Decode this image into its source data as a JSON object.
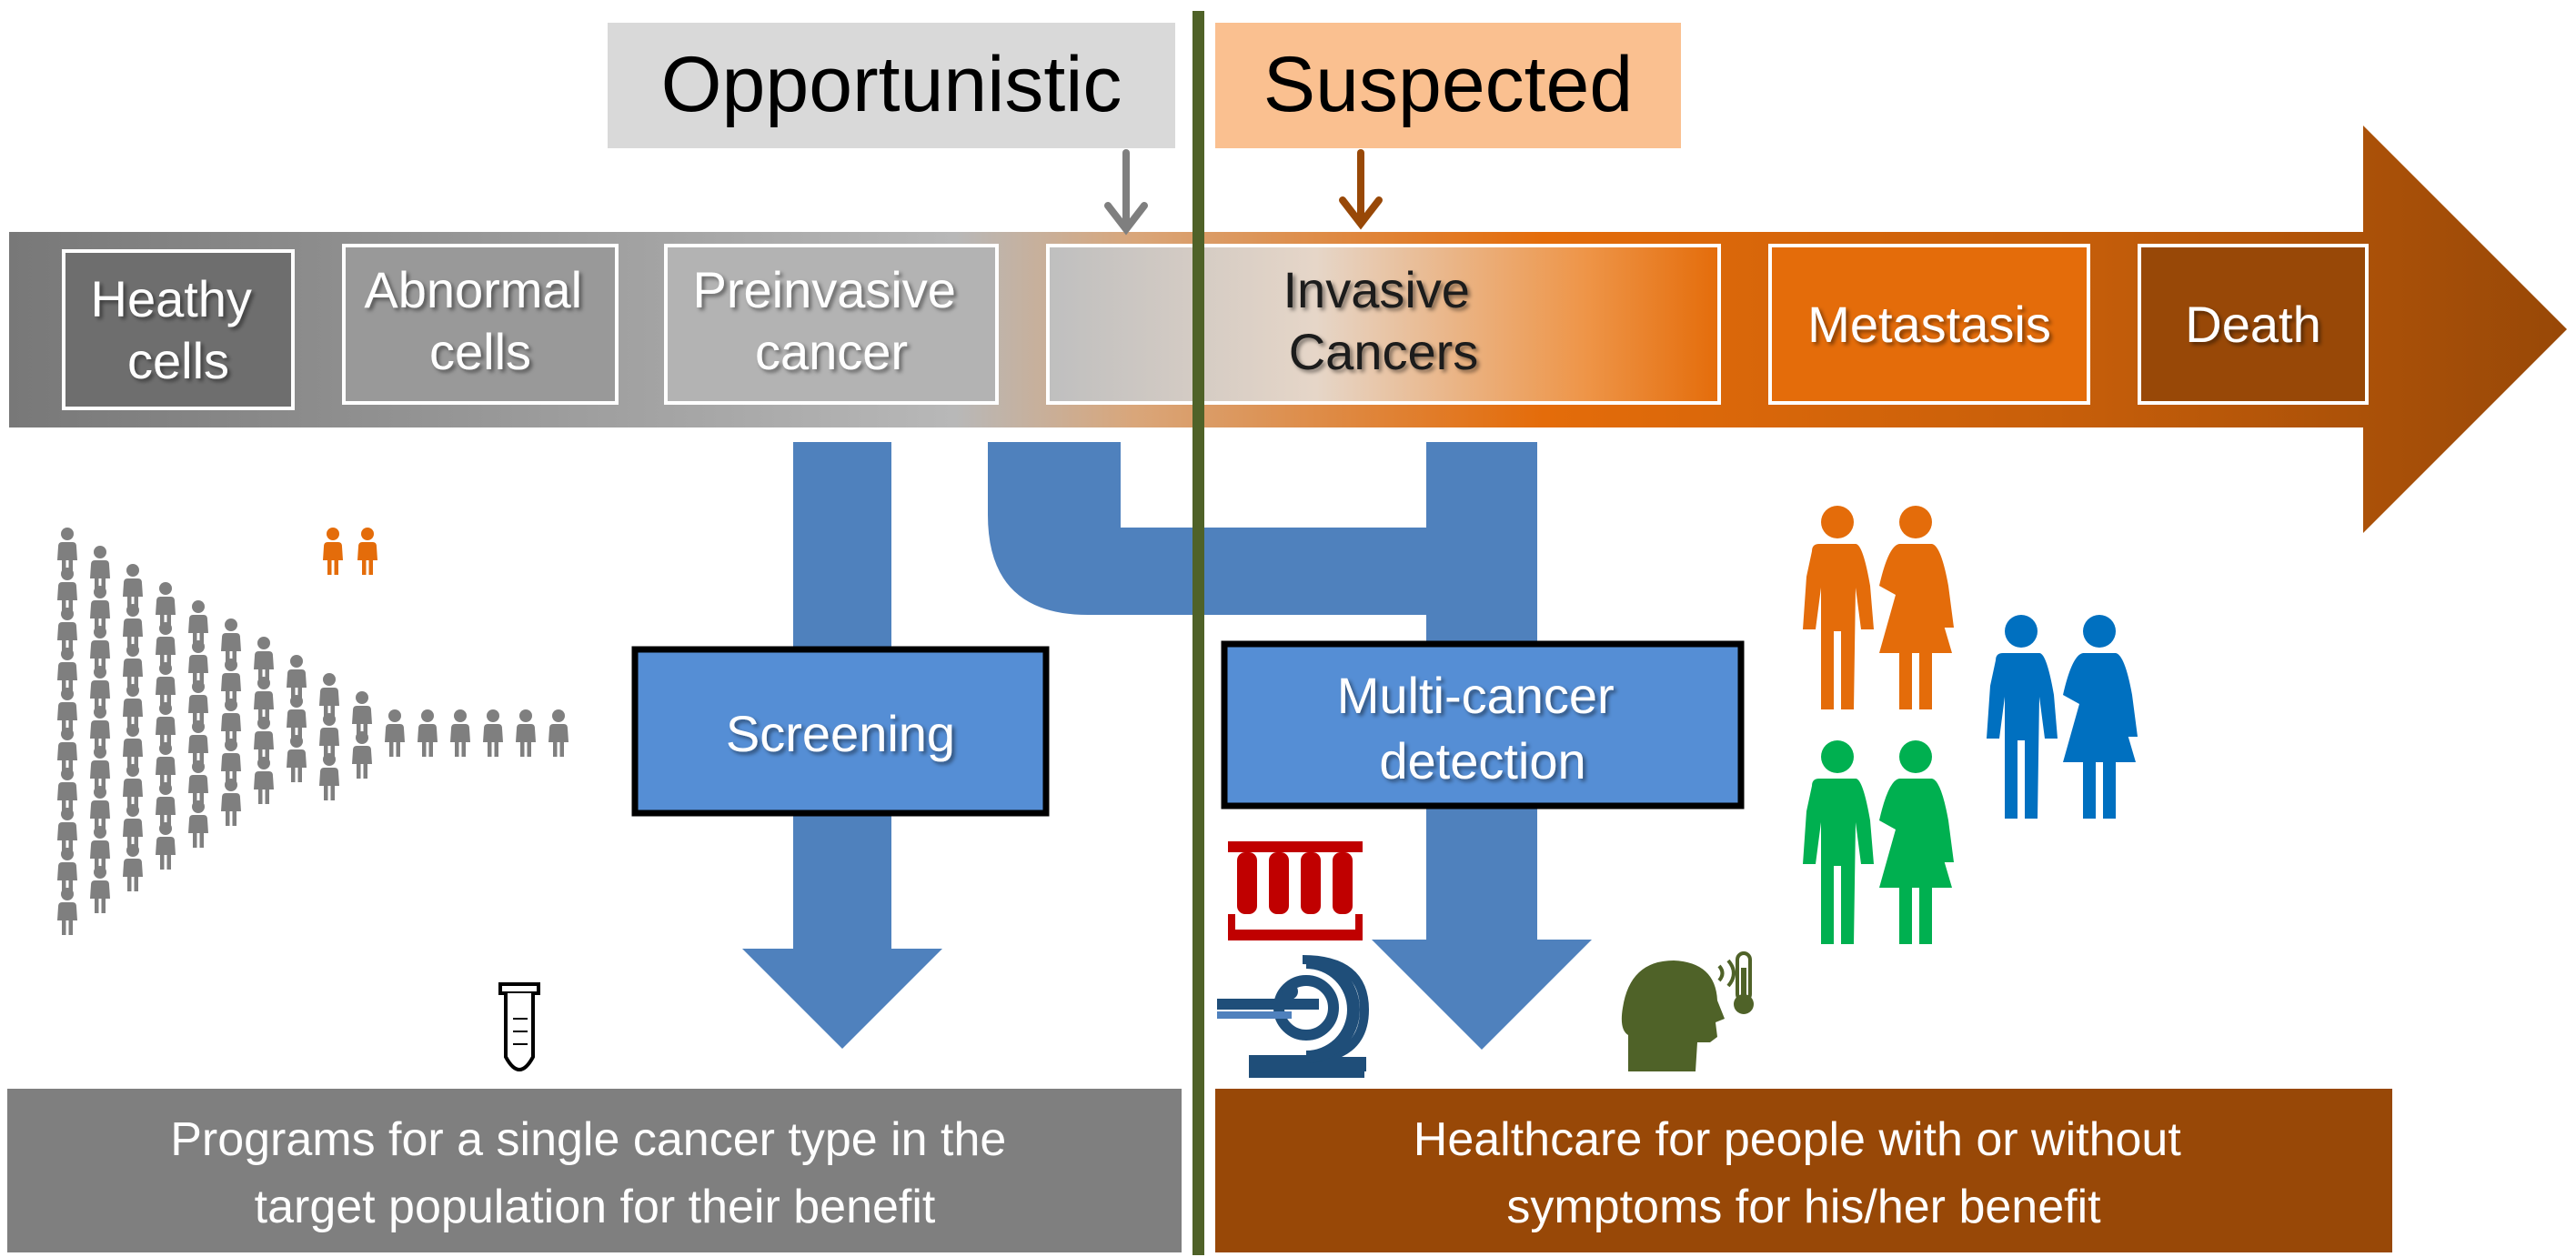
{
  "headers": {
    "opportunistic": "Opportunistic",
    "suspected": "Suspected"
  },
  "stages": [
    {
      "lines": [
        "Heathy",
        "cells"
      ]
    },
    {
      "lines": [
        "Abnormal",
        "cells"
      ]
    },
    {
      "lines": [
        "Preinvasive",
        "cancer"
      ]
    },
    {
      "lines": [
        "Invasive",
        "Cancers"
      ]
    },
    {
      "lines": [
        "Metastasis"
      ]
    },
    {
      "lines": [
        "Death"
      ]
    }
  ],
  "screening": {
    "label": "Screening"
  },
  "mcd": {
    "lines": [
      "Multi-cancer",
      "detection"
    ]
  },
  "footer": {
    "left": [
      "Programs for a single cancer type in the",
      "target population for their benefit"
    ],
    "right": [
      "Healthcare for people with or without",
      "symptoms for his/her benefit"
    ]
  },
  "colors": {
    "screening_blue": "#4f81bd",
    "box_blue": "#558ed5",
    "orange": "#e46c0a",
    "brown": "#984807",
    "gray_footer": "#7f7f7f",
    "divider": "#4f6228",
    "header_gray": "#d9d9d9",
    "header_orange": "#fac090",
    "couple_orange": "#e46c0a",
    "couple_green": "#00b050",
    "couple_blue": "#0070c0",
    "tube_red": "#c00000",
    "head_green": "#4f6228",
    "scanner_blue": "#1f4e79"
  },
  "icons": [
    "crowd-icon",
    "test-tube-icon",
    "blood-tubes-icon",
    "ct-scanner-icon",
    "head-fever-icon",
    "couple-icon"
  ]
}
